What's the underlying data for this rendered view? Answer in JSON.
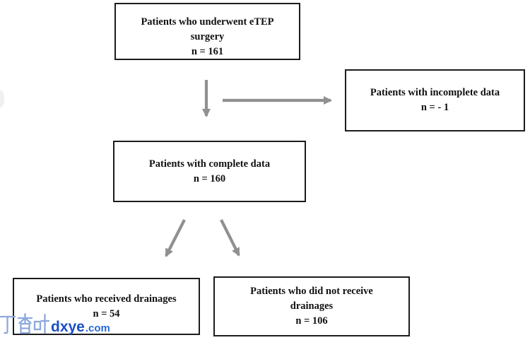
{
  "page": {
    "background_color": "#ffffff"
  },
  "flowchart": {
    "arrow_color": "#909090",
    "box_border_color": "#1c1c1c",
    "text_color": "#111111",
    "boxes": [
      {
        "id": "underwent-etep",
        "lines": [
          "Patients who underwent eTEP",
          "surgery",
          "n = 161"
        ]
      },
      {
        "id": "incomplete-data",
        "lines": [
          "Patients with incomplete data",
          "n = - 1"
        ]
      },
      {
        "id": "complete-data",
        "lines": [
          "Patients with complete data",
          "n = 160"
        ]
      },
      {
        "id": "received-drainages",
        "lines": [
          "Patients who received drainages",
          "n = 54"
        ]
      },
      {
        "id": "no-drainages",
        "lines": [
          "Patients who did not receive",
          "drainages",
          "n = 106"
        ]
      }
    ]
  },
  "watermark": {
    "cjk_text": "丁香叶",
    "site_name": "dxye",
    "site_tld": ".com",
    "cjk_color": "#8ca8dd",
    "site_color": "#1b4fc7",
    "tld_color": "#2a6ad4"
  }
}
